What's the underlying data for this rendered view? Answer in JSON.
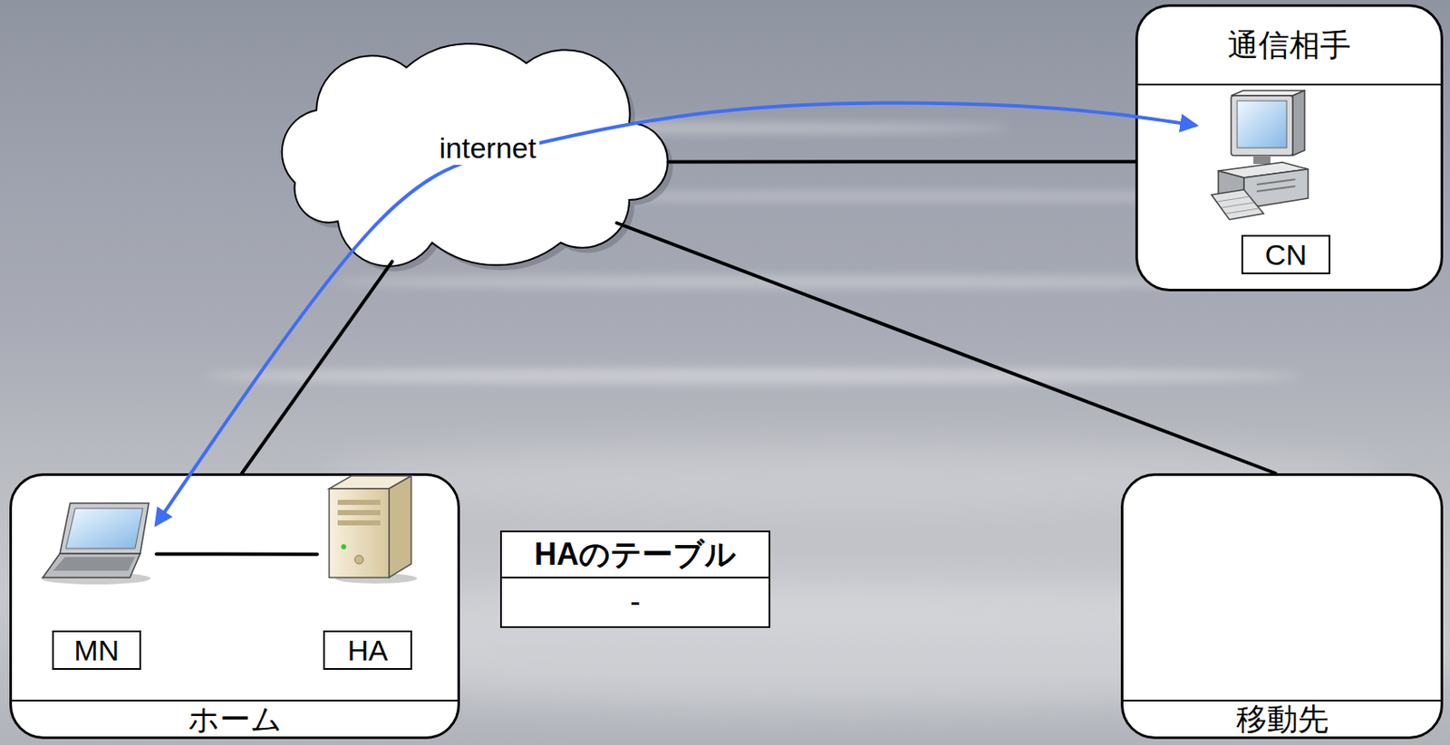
{
  "diagram": {
    "nodes": [
      {
        "text": [
          "internet"
        ]
      },
      {
        "text": [
          "通信相手"
        ]
      },
      {
        "text": [
          "CN"
        ],
        "in": 1
      },
      {
        "text": [
          "ホーム"
        ]
      },
      {
        "text": [
          "MN"
        ],
        "in": 3
      },
      {
        "text": [
          "HA"
        ],
        "in": 3
      },
      {
        "text": [
          "HAのテーブル",
          "-"
        ]
      },
      {
        "text": [
          "移動先"
        ]
      }
    ],
    "edges": [
      {
        "from": 0,
        "to": 1,
        "arrow": "none"
      },
      {
        "from": 0,
        "to": 3,
        "arrow": "none"
      },
      {
        "from": 0,
        "to": 7,
        "arrow": "none"
      },
      {
        "from": 4,
        "to": 5,
        "arrow": "none"
      },
      {
        "from": 4,
        "to": 2,
        "arrow": "both"
      }
    ]
  }
}
